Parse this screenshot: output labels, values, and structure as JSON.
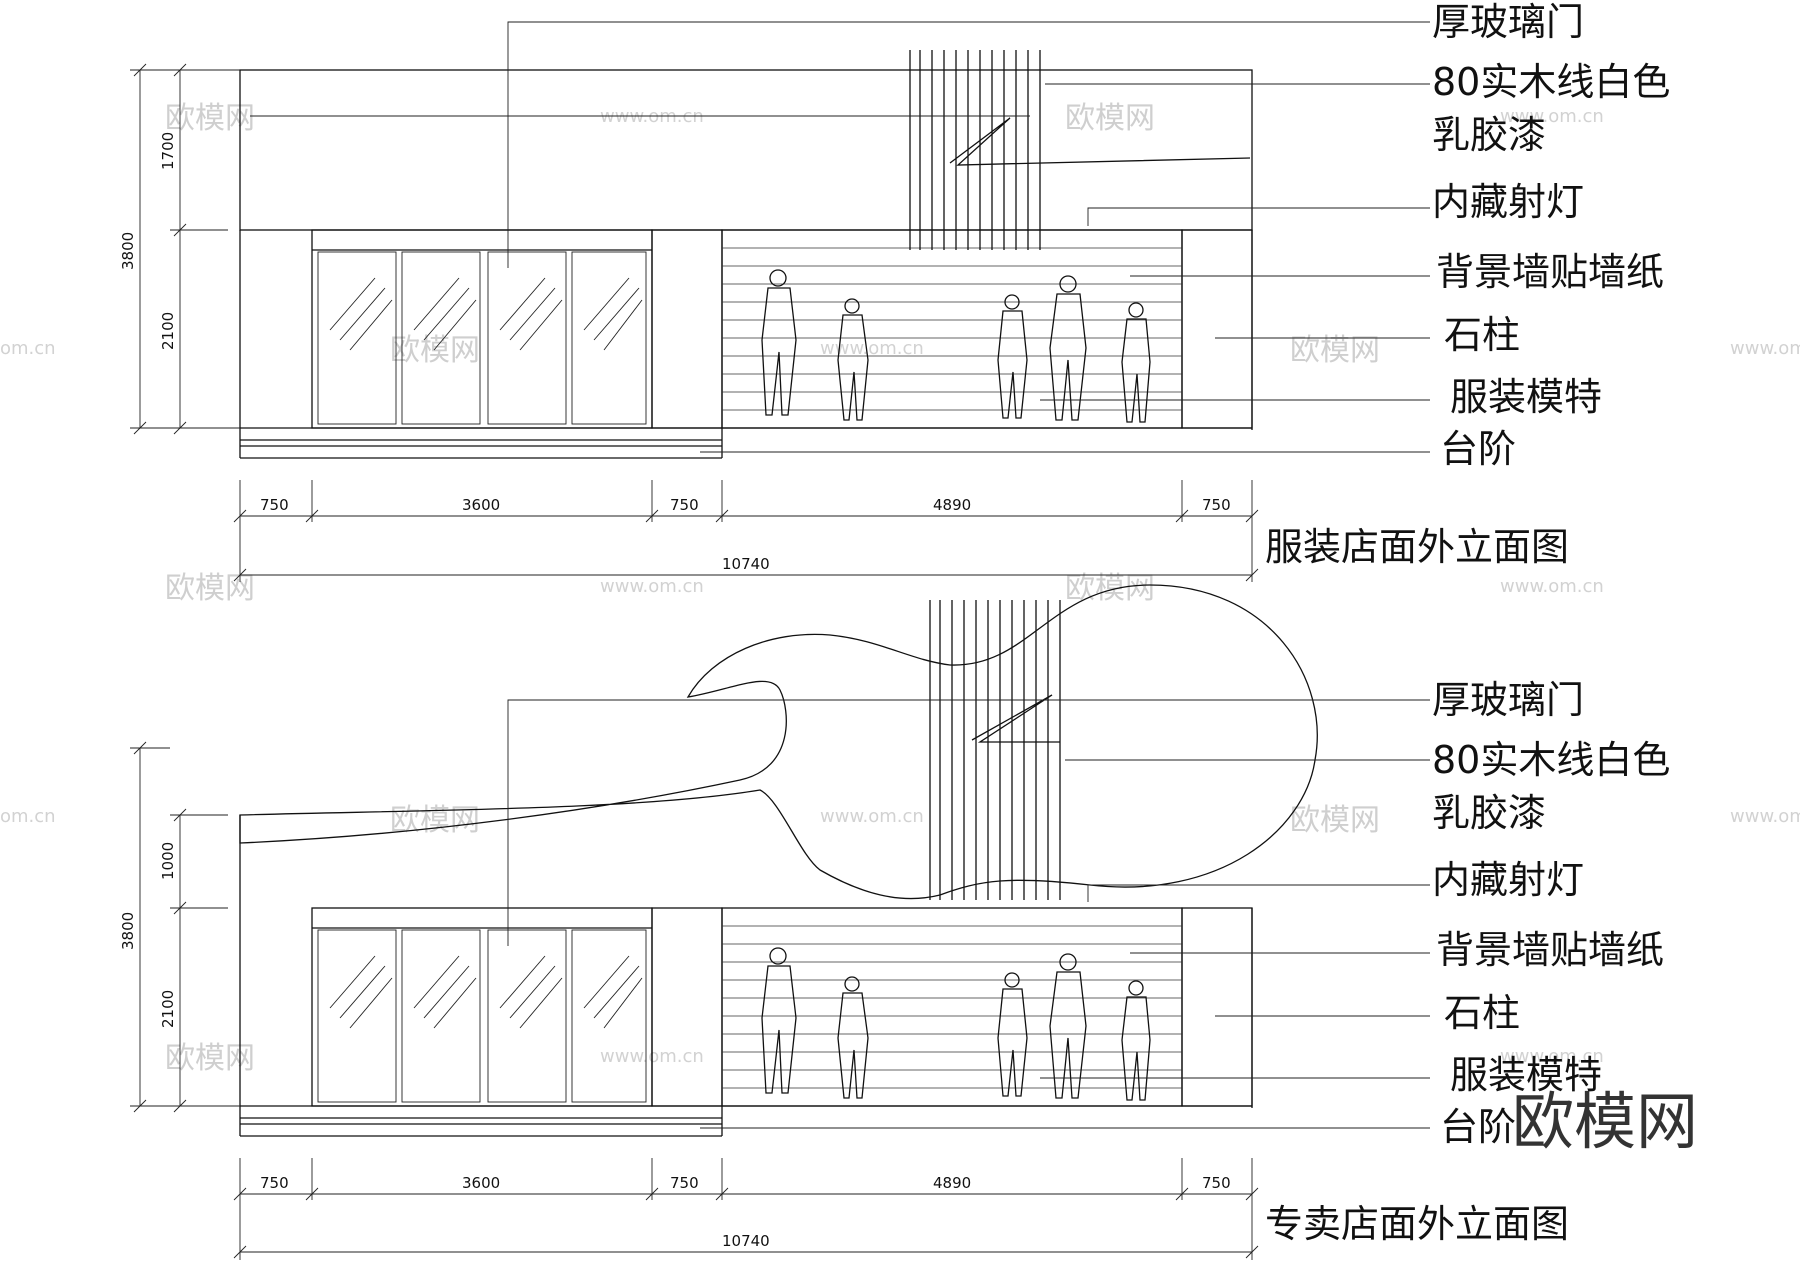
{
  "elevations": [
    {
      "title": "服装店面外立面图",
      "labels": [
        "厚玻璃门",
        "80实木线白色",
        "乳胶漆",
        "内藏射灯",
        "背景墙贴墙纸",
        "石柱",
        "服装模特",
        "台阶"
      ],
      "dims_vertical": [
        "3800",
        "1700",
        "2100"
      ],
      "dims_horizontal": [
        "750",
        "3600",
        "750",
        "4890",
        "750"
      ],
      "dim_total": "10740"
    },
    {
      "title": "专卖店面外立面图",
      "labels": [
        "厚玻璃门",
        "80实木线白色",
        "乳胶漆",
        "内藏射灯",
        "背景墙贴墙纸",
        "石柱",
        "服装模特",
        "台阶"
      ],
      "dims_vertical": [
        "3800",
        "1000",
        "2100"
      ],
      "dims_horizontal": [
        "750",
        "3600",
        "750",
        "4890",
        "750"
      ],
      "dim_total": "10740"
    }
  ],
  "watermark": {
    "brand": "欧模网",
    "site": "www.om.cn",
    "site_short": "om.cn"
  }
}
